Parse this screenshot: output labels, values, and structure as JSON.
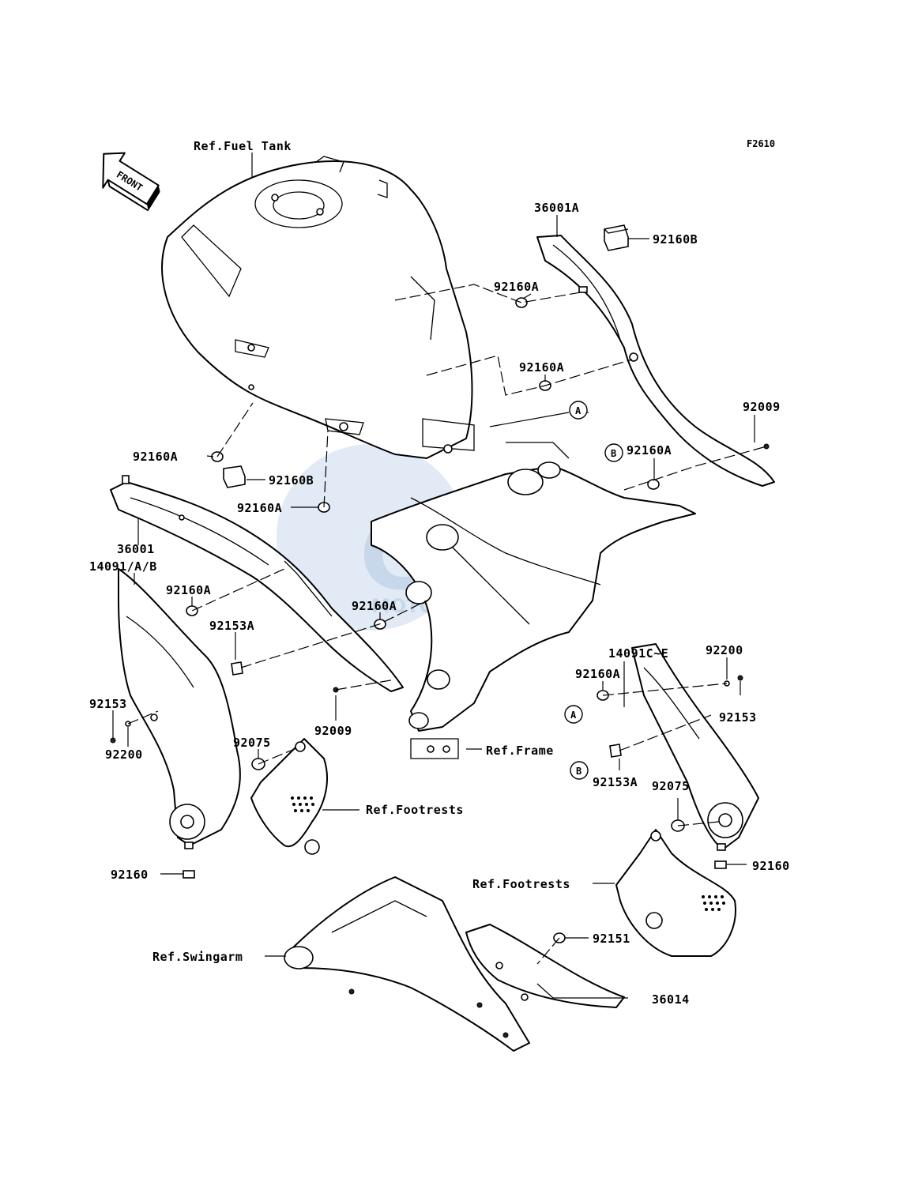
{
  "figure_code": "F2610",
  "front_arrow_label": "FRONT",
  "watermark": {
    "brand": "CMS",
    "tagline": "MOTORPARTS"
  },
  "ref_labels": {
    "fuel_tank": "Ref.Fuel Tank",
    "frame": "Ref.Frame",
    "footrests_left": "Ref.Footrests",
    "footrests_right": "Ref.Footrests",
    "swingarm": "Ref.Swingarm"
  },
  "callouts": {
    "p36001A": "36001A",
    "p92160B_top": "92160B",
    "p92160A_1": "92160A",
    "p92160A_2": "92160A",
    "p92009_right": "92009",
    "p92160A_3": "92160A",
    "p92160A_4": "92160A",
    "p92160B_left": "92160B",
    "p92160A_5": "92160A",
    "p36001": "36001",
    "p14091AB": "14091/A/B",
    "p92160A_6": "92160A",
    "p92153A_left": "92153A",
    "p92160A_7": "92160A",
    "p92009_left": "92009",
    "p92153_left": "92153",
    "p92200_left": "92200",
    "p92075_left": "92075",
    "p92160_left": "92160",
    "p14091CE": "14091C~E",
    "p92160A_8": "92160A",
    "p92200_right": "92200",
    "p92153_right": "92153",
    "p92153A_right": "92153A",
    "p92075_right": "92075",
    "p92160_right": "92160",
    "p92151": "92151",
    "p36014": "36014"
  },
  "markers": {
    "a_top": "A",
    "b_top": "B",
    "a_bottom": "A",
    "b_bottom": "B"
  }
}
